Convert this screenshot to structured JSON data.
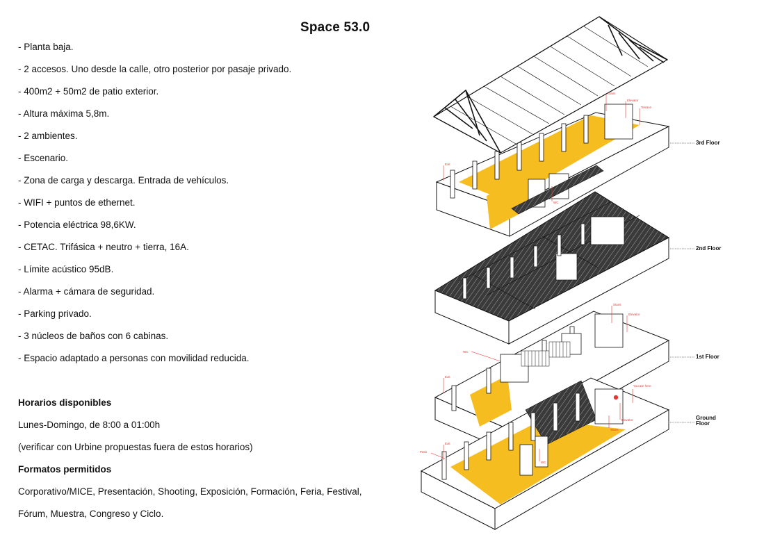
{
  "title": "Space 53.0",
  "features": [
    "Planta baja.",
    "2 accesos. Uno desde la calle, otro posterior por pasaje privado.",
    "400m2 + 50m2 de patio exterior.",
    "Altura máxima 5,8m.",
    "2 ambientes.",
    "Escenario.",
    "Zona de carga y descarga. Entrada de vehículos.",
    "WIFI + puntos de ethernet.",
    "Potencia eléctrica 98,6KW.",
    "CETAC. Trifásica + neutro + tierra, 16A.",
    "Límite acústico 95dB.",
    "Alarma + cámara de seguridad.",
    "Parking privado.",
    "3 núcleos de baños con 6 cabinas.",
    "Espacio adaptado a personas con movilidad reducida."
  ],
  "schedule": {
    "heading": "Horarios disponibles",
    "hours": "Lunes-Domingo, de 8:00 a 01:00h",
    "note": "(verificar con Urbine propuestas fuera de estos horarios)"
  },
  "formats": {
    "heading": "Formatos permitidos",
    "line1": "Corporativo/MICE, Presentación, Shooting, Exposición, Formación, Feria, Festival,",
    "line2": "Fórum, Muestra, Congreso y Ciclo."
  },
  "diagram": {
    "floors": {
      "third": "3rd Floor",
      "second": "2nd Floor",
      "first": "1st Floor",
      "ground_line1": "Ground",
      "ground_line2": "Floor"
    },
    "annotations": {
      "stairs": "Stairs",
      "elevator": "Elevator",
      "terrace": "Terrace",
      "exit": "Exit",
      "wc": "WC",
      "you_are_here": "You are here",
      "patio": "Patio"
    },
    "colors": {
      "accent": "#f5bd1f",
      "hatch": "#3a3a3a",
      "line": "#111111",
      "annotation": "#e53935"
    }
  }
}
